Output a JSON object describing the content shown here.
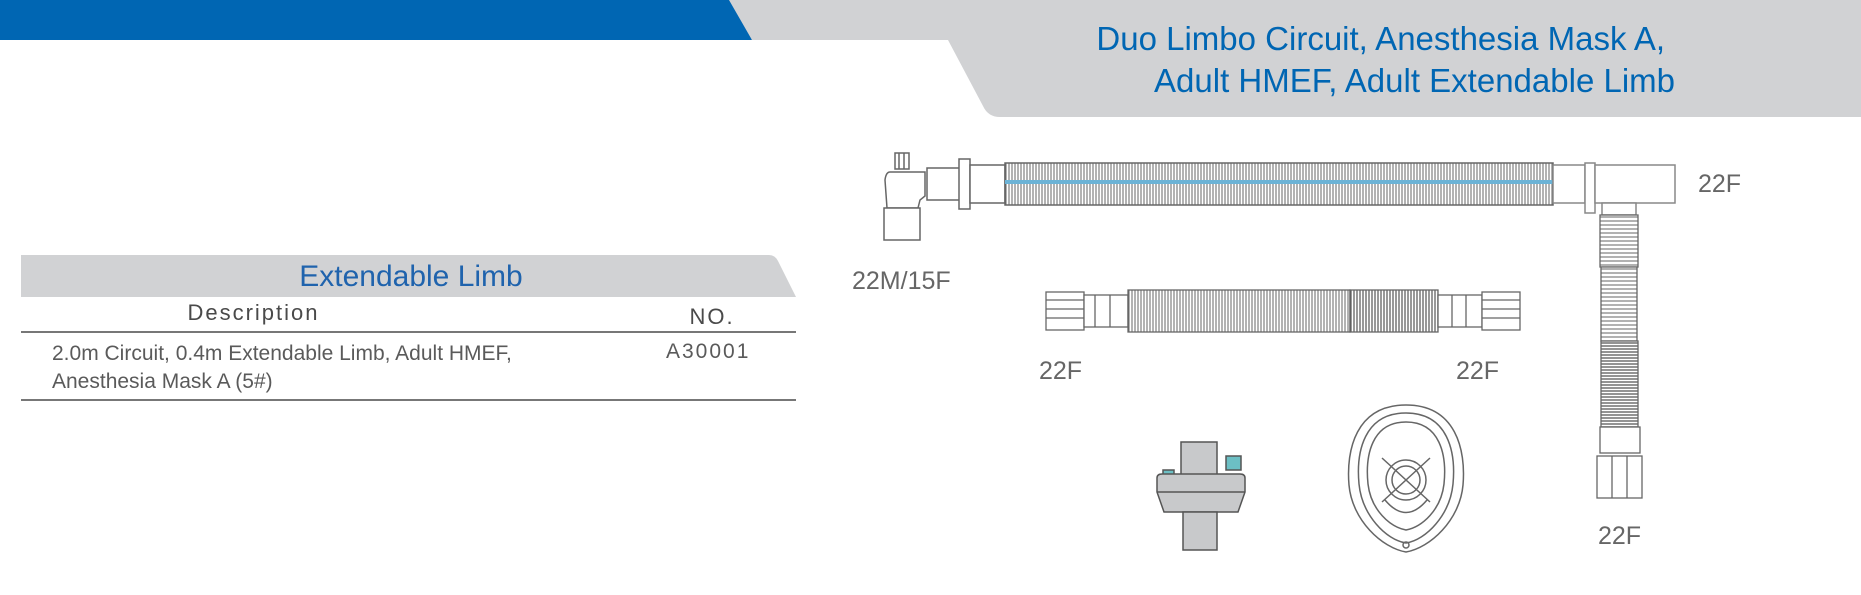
{
  "header": {
    "title_line1": "Duo Limbo Circuit, Anesthesia Mask A,",
    "title_line2": "Adult HMEF, Adult Extendable Limb",
    "colors": {
      "brand_blue": "#0066b3",
      "band_gray": "#d1d2d4",
      "tube_stripe": "#6cb3d6",
      "filter_teal": "#6cbfc4"
    }
  },
  "table": {
    "heading": "Extendable Limb",
    "columns": [
      "Description",
      "NO."
    ],
    "rows": [
      {
        "description_line1": "2.0m Circuit,  0.4m Extendable Limb, Adult HMEF,",
        "description_line2": "Anesthesia Mask A (5#)",
        "no": "A30001"
      }
    ]
  },
  "diagram": {
    "labels": {
      "elbow": "22M/15F",
      "tee_right": "22F",
      "limb_left": "22F",
      "limb_right": "22F",
      "vertical_bottom": "22F"
    },
    "components": [
      "elbow-connector",
      "main-circuit-tube",
      "tee-connector",
      "vertical-extendable-limb",
      "extendable-limb",
      "hmef-filter",
      "anesthesia-mask"
    ]
  }
}
